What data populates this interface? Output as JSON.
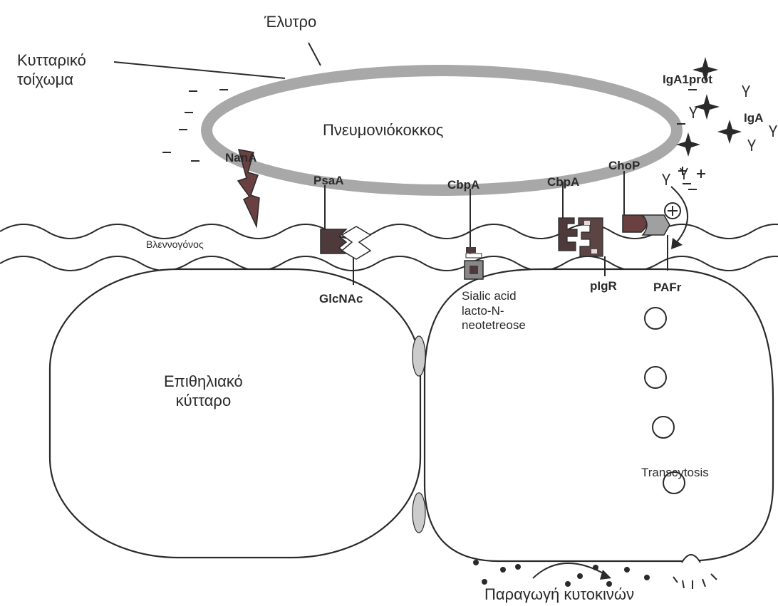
{
  "labels": {
    "capsule": "Έλυτρο",
    "cell_wall": "Κυτταρικό\nτοίχωμα",
    "pneumococcus": "Πνευμονιόκοκκος",
    "mucosa": "Βλεννογόνος",
    "epithelial_cell": "Επιθηλιακό\nκύτταρο",
    "cytokines": "Παραγωγή κυτοκινών",
    "transcytosis": "Transcytosis",
    "nana": "NanA",
    "psaa": "PsaA",
    "cbpa_1": "CbpA",
    "cbpa_2": "CbpA",
    "chop": "ChoP",
    "iga1prot": "IgA1prot",
    "iga": "IgA",
    "glcnac": "GlcNAc",
    "sialic": "Sialic acid\nlacto-N-\nneotetreose",
    "pigr": "pIgR",
    "pafr": "PAFr"
  },
  "colors": {
    "ink": "#2a2a2a",
    "capsule_stroke": "#a8a8a8",
    "protein_dark": "#4e3a3a",
    "nana_fill": "#6a4040",
    "membrane_fill": "#cccccc"
  }
}
